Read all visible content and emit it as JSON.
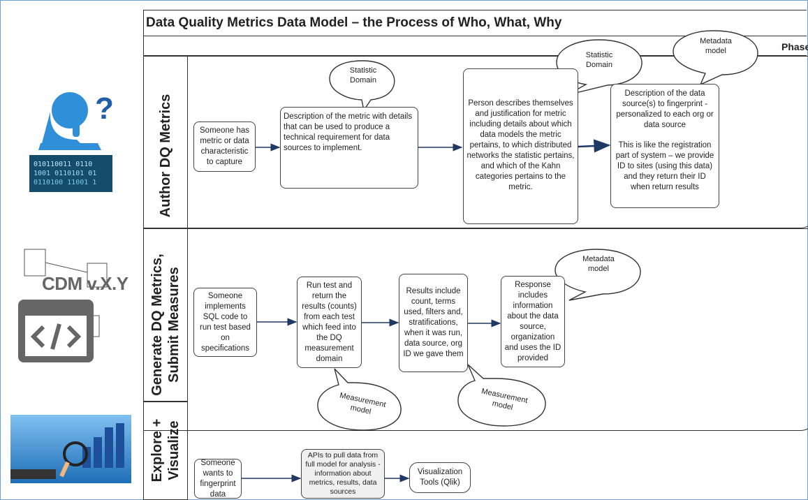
{
  "title": "Data Quality Metrics Data Model – the Process of Who, What, Why",
  "phase_label": "Phase",
  "cdm_label": "CDM v.X.Y",
  "lanes": {
    "author": {
      "label": "Author DQ Metrics"
    },
    "generate": {
      "line1": "Generate DQ Metrics,",
      "line2": "Submit Measures"
    },
    "explore": {
      "line1": "Explore +",
      "line2": "Visualize"
    }
  },
  "callouts": {
    "statistic_domain_1": {
      "line1": "Statistic",
      "line2": "Domain"
    },
    "statistic_domain_2": {
      "line1": "Statistic",
      "line2": "Domain"
    },
    "metadata_model_1": {
      "line1": "Metadata",
      "line2": "model"
    },
    "metadata_model_2": {
      "line1": "Metadata",
      "line2": "model"
    },
    "measurement_model_1": {
      "line1": "Measurement",
      "line2": "model"
    },
    "measurement_model_2": {
      "line1": "Measurement",
      "line2": "model"
    }
  },
  "boxes": {
    "someone_has_metric": "Someone has metric or data characteristic to capture",
    "metric_description": "Description of the metric with details that can be used to produce a technical requirement for data sources to implement.",
    "person_describes": "Person describes themselves and justification for metric including details about which data models the metric pertains, to which distributed networks the statistic pertains, and which of the Kahn categories pertains to the metric.",
    "data_source_description": "Description of the data source(s) to fingerprint - personalized to each org or data source",
    "registration_note": "This is like the registration part of system – we provide ID to sites (using this data) and they return their ID when return results",
    "someone_implements": "Someone implements SQL code to run test based on specifications",
    "run_test": "Run test and return the results (counts) from each test which feed into the DQ measurement domain",
    "results_include": "Results include count, terms used, filters and, stratifications, when it was run, data source, org ID we gave them",
    "response_includes": "Response includes information about the data source, organization and uses the ID provided",
    "someone_wants": "Someone wants to fingerprint data",
    "apis": "APIs to pull data from full model for analysis - information about metrics, results, data sources",
    "visualization_tools": "Visualization Tools (Qlik)"
  },
  "icons": [
    "thinking-person-icon",
    "question-mark-icon",
    "binary-data-icon",
    "schema-diagram-icon",
    "code-icon",
    "analytics-chart-icon",
    "magnifier-icon"
  ],
  "colors": {
    "frame": "#6fa0d0",
    "arrow": "#1f3864",
    "person": "#2f8fd8",
    "code_gray": "#666666"
  }
}
